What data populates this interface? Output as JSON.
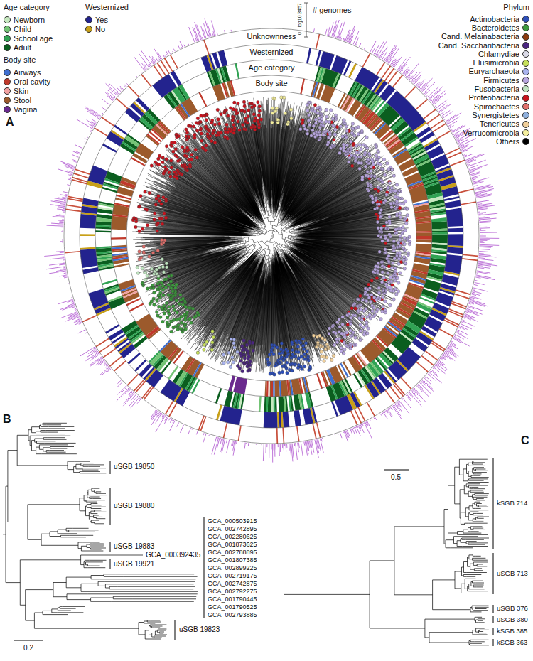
{
  "diagram": {
    "labels": [
      "A",
      "Age category",
      "Westernized",
      "Body site",
      "Phylum",
      "# genomes",
      "3457",
      "log10",
      "0",
      "Unknownness",
      "Westernized",
      "Age category",
      "Body site",
      "B",
      "C",
      "uSGB 19850",
      "uSGB 19880",
      "uSGB 19883",
      "GCA_000392435",
      "uSGB 19921",
      "GCA_000503915",
      "GCA_002742895",
      "GCA_002280625",
      "GCA_001873625",
      "GCA_002788895",
      "GCA_001807385",
      "GCA_002899225",
      "GCA_002719175",
      "GCA_002742875",
      "GCA_002792275",
      "GCA_001790445",
      "GCA_001790525",
      "GCA_002793885",
      "uSGB 19823",
      "0.2",
      "kSGB 714",
      "uSGB 713",
      "uSGB 376",
      "uSGB 380",
      "kSGB 385",
      "kSGB 363",
      "0.5"
    ],
    "legend": [
      {
        "text": "Newborn",
        "color": "#c7e9c0"
      },
      {
        "text": "Child",
        "color": "#74c476"
      },
      {
        "text": "School age",
        "color": "#31a354"
      },
      {
        "text": "Adult",
        "color": "#0b5e1f"
      },
      {
        "text": "Yes",
        "color": "#23238e"
      },
      {
        "text": "No",
        "color": "#c8a018"
      },
      {
        "text": "Airways",
        "color": "#3f6fd0"
      },
      {
        "text": "Oral cavity",
        "color": "#c0392b"
      },
      {
        "text": "Skin",
        "color": "#f2a1a1"
      },
      {
        "text": "Stool",
        "color": "#9c5a2c"
      },
      {
        "text": "Vagina",
        "color": "#6a2a8e"
      },
      {
        "text": "Actinobacteria",
        "color": "#2e4fb8"
      },
      {
        "text": "Bacteroidetes",
        "color": "#3d9a3d"
      },
      {
        "text": "Cand. Melainabacteria",
        "color": "#8b3a0e"
      },
      {
        "text": "Cand. Saccharibacteria",
        "color": "#4a2580"
      },
      {
        "text": "Chlamydiae",
        "color": "#d9d9e6"
      },
      {
        "text": "Elusimicrobia",
        "color": "#c6e05a"
      },
      {
        "text": "Euryarchaeota",
        "color": "#a9b3ee"
      },
      {
        "text": "Firmicutes",
        "color": "#b8a6df"
      },
      {
        "text": "Fusobacteria",
        "color": "#bfe3bf"
      },
      {
        "text": "Proteobacteria",
        "color": "#c8141e"
      },
      {
        "text": "Spirochaetes",
        "color": "#e0706c"
      },
      {
        "text": "Synergistetes",
        "color": "#8fb0dd"
      },
      {
        "text": "Tenericutes",
        "color": "#f0cf9a"
      },
      {
        "text": "Verrucomicrobia",
        "color": "#f5ef9e"
      },
      {
        "text": "Others",
        "color": "#000000"
      }
    ]
  }
}
